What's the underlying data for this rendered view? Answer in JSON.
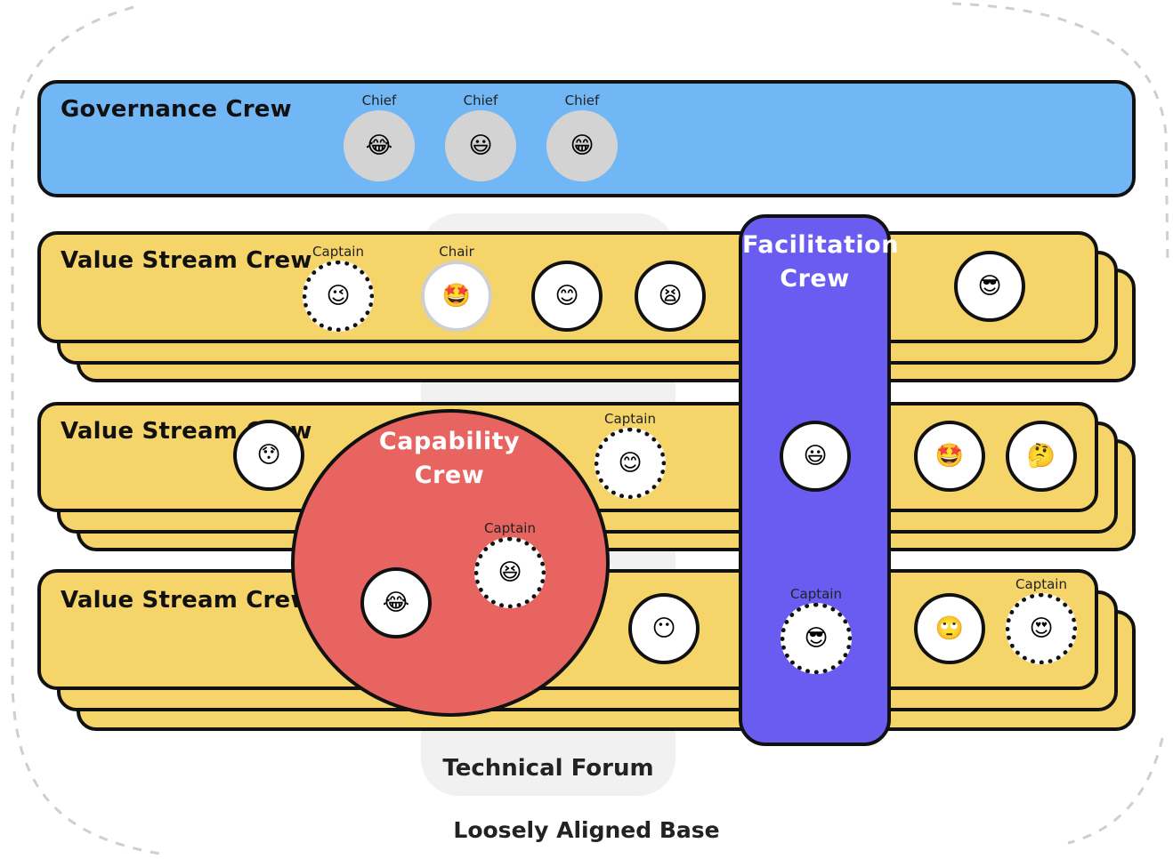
{
  "base": {
    "label": "Loosely Aligned Base"
  },
  "governance": {
    "title": "Governance Crew",
    "members": [
      {
        "role": "Chief",
        "emoji": "😂"
      },
      {
        "role": "Chief",
        "emoji": "😃"
      },
      {
        "role": "Chief",
        "emoji": "😁"
      }
    ]
  },
  "value_streams": [
    {
      "title": "Value Stream Crew",
      "members": [
        {
          "role": "Captain",
          "emoji": "😉"
        },
        {
          "role": "Chair",
          "emoji": "🤩"
        },
        {
          "role": "",
          "emoji": "😊"
        },
        {
          "role": "",
          "emoji": "😫"
        },
        {
          "role": "",
          "emoji": "😎"
        }
      ]
    },
    {
      "title": "Value Stream Crew",
      "members": [
        {
          "role": "",
          "emoji": "😯"
        },
        {
          "role": "Captain",
          "emoji": "😊"
        },
        {
          "role": "",
          "emoji": "🤩"
        },
        {
          "role": "",
          "emoji": "🤔"
        }
      ]
    },
    {
      "title": "Value Stream Crew",
      "members": [
        {
          "role": "",
          "emoji": "😶"
        },
        {
          "role": "",
          "emoji": "🙄"
        },
        {
          "role": "Captain",
          "emoji": "😍"
        }
      ]
    }
  ],
  "technical_forum": {
    "label": "Technical Forum"
  },
  "facilitation": {
    "title_line1": "Facilitation",
    "title_line2": "Crew",
    "members": [
      {
        "role": "",
        "emoji": "😃"
      },
      {
        "role": "Captain",
        "emoji": "😎"
      }
    ]
  },
  "capability": {
    "title_line1": "Capability",
    "title_line2": "Crew",
    "members": [
      {
        "role": "",
        "emoji": "😂"
      },
      {
        "role": "Captain",
        "emoji": "😆"
      }
    ]
  }
}
